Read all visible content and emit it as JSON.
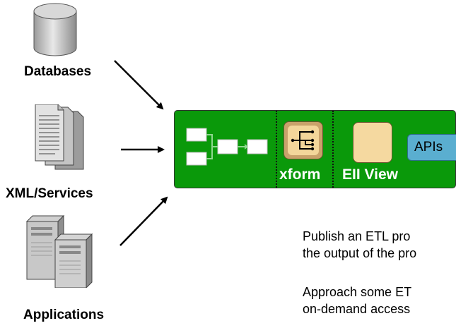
{
  "sources": {
    "databases": {
      "label": "Databases",
      "icon": "database-cylinder-icon"
    },
    "xml_services": {
      "label": "XML/Services",
      "icon": "documents-icon"
    },
    "applications": {
      "label": "Applications",
      "icon": "server-towers-icon"
    }
  },
  "pipeline": {
    "xform_label": "xform",
    "eii_view_label": "EII View",
    "apis_label": "APIs",
    "colors": {
      "box": "#0a990a",
      "tile": "#f5d9a0",
      "apis": "#5aaed0"
    }
  },
  "notes": {
    "para1_line1": "Publish an ETL pro",
    "para1_line2": "the output of the pro",
    "para2_line1": "Approach some ET",
    "para2_line2": "on-demand access"
  }
}
